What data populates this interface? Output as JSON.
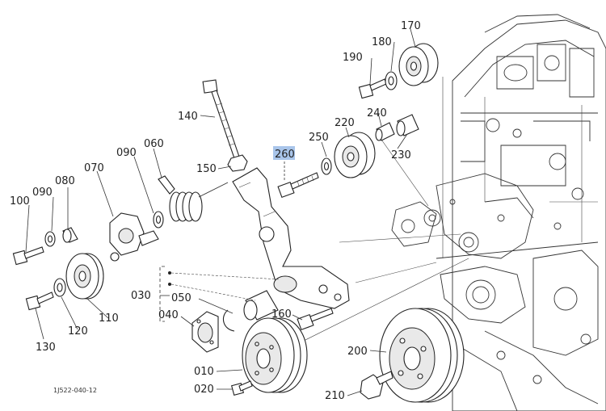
{
  "diagram": {
    "highlight_color": "#a9c5ea",
    "figure_code": "1J522-040-12",
    "highlighted_part": "260",
    "labels": {
      "l010": "010",
      "l020": "020",
      "l030": "030",
      "l040": "040",
      "l050": "050",
      "l060": "060",
      "l070": "070",
      "l080": "080",
      "l090a": "090",
      "l090b": "090",
      "l100": "100",
      "l110": "110",
      "l120": "120",
      "l130": "130",
      "l140": "140",
      "l150": "150",
      "l160": "160",
      "l170": "170",
      "l180": "180",
      "l190": "190",
      "l200": "200",
      "l210": "210",
      "l220": "220",
      "l230": "230",
      "l240": "240",
      "l250": "250",
      "l260": "260"
    }
  }
}
